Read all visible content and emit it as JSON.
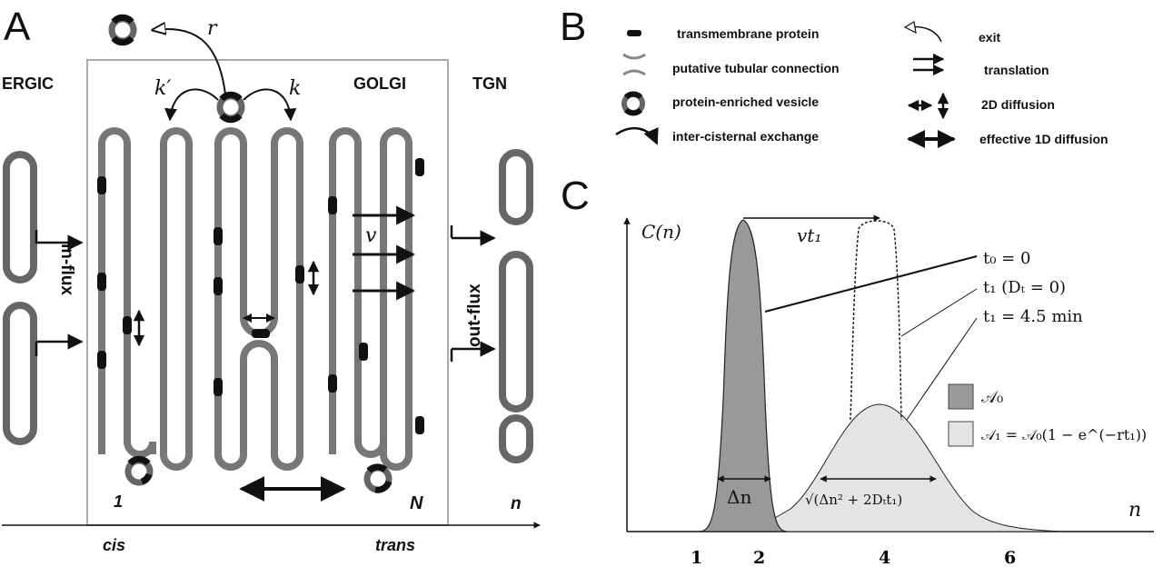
{
  "panels": {
    "a": "A",
    "b": "B",
    "c": "C"
  },
  "panel_a": {
    "compartments": {
      "ergic": "ERGIC",
      "golgi": "GOLGI",
      "tgn": "TGN"
    },
    "flux": {
      "in": "in-flux",
      "out": "out-flux"
    },
    "rates": {
      "r": "r",
      "k_prime": "k′",
      "k": "k",
      "v": "v"
    },
    "cisterna_first": "1",
    "cisterna_last": "N",
    "axis_label": "n",
    "axis_cis": "cis",
    "axis_trans": "trans"
  },
  "legend": {
    "left": [
      {
        "icon": "transmembrane-protein",
        "label": "transmembrane protein"
      },
      {
        "icon": "tubular-connection",
        "label": "putative tubular connection"
      },
      {
        "icon": "vesicle",
        "label": "protein-enriched vesicle"
      },
      {
        "icon": "curved-arrow",
        "label": "inter-cisternal exchange"
      }
    ],
    "right": [
      {
        "icon": "exit-arrow",
        "label": "exit"
      },
      {
        "icon": "translation-arrow",
        "label": "translation"
      },
      {
        "icon": "diffusion-2d",
        "label": "2D diffusion"
      },
      {
        "icon": "diffusion-1d",
        "label": "effective 1D diffusion"
      }
    ]
  },
  "panel_c": {
    "ylabel": "C(n)",
    "xlabel": "n",
    "shift_label": "vt₁",
    "width_initial": "Δn",
    "width_final": "√(Δn² + 2Dₜt₁)",
    "annotations": [
      "t₀ = 0",
      "t₁  (Dₜ = 0)",
      "t₁ = 4.5 min"
    ],
    "legend": [
      "𝒜₀",
      "𝒜₁ = 𝒜₀(1 − e^(−rt₁))"
    ],
    "colors": {
      "a0": "#999999",
      "a1": "#e4e4e4"
    }
  },
  "chart_data": {
    "type": "area",
    "x_ticks": [
      1,
      2,
      4,
      6
    ],
    "xlabel": "n",
    "ylabel": "C(n)",
    "series": [
      {
        "name": "t₀ = 0",
        "peak_x": 2,
        "shape": "narrow",
        "fill": "dark"
      },
      {
        "name": "t₁ (Dₜ = 0)",
        "peak_x": 4,
        "shape": "narrow",
        "fill": "none",
        "line": "dotted"
      },
      {
        "name": "t₁ = 4.5 min",
        "peak_x": 4,
        "shape": "broad",
        "fill": "light"
      }
    ]
  }
}
